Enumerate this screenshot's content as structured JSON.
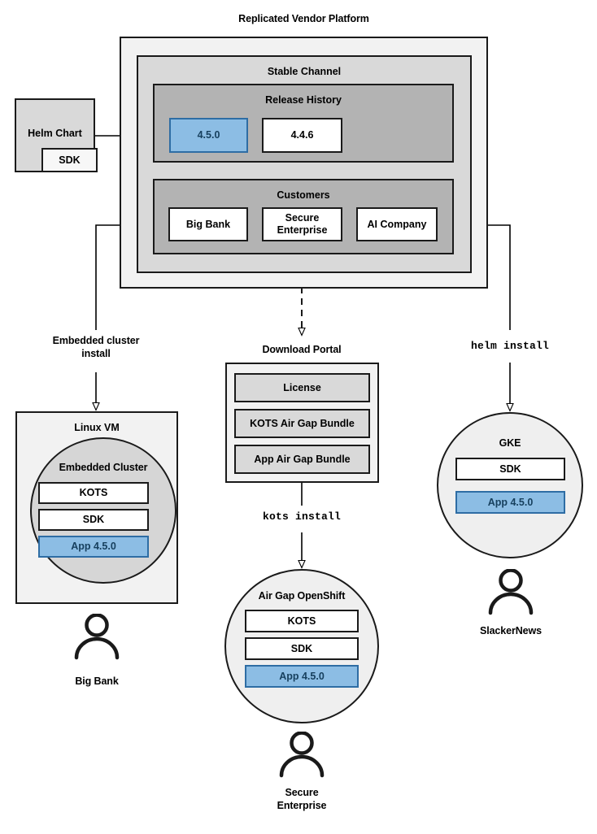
{
  "diagram": {
    "title": "Replicated Vendor Platform",
    "accent_blue": "#8cbde4",
    "accent_blue_border": "#2e6da4",
    "accent_blue_text": "#17405e",
    "gray_level_0": "#f2f2f2",
    "gray_level_1": "#d9d9d9",
    "gray_level_2": "#b3b3b3",
    "stroke": "#1a1a1a"
  },
  "helm_chart": {
    "label": "Helm Chart",
    "sdk_label": "SDK"
  },
  "platform": {
    "stable_channel": {
      "title": "Stable Channel",
      "release_history": {
        "title": "Release History",
        "releases": [
          {
            "version": "4.5.0",
            "highlighted": true
          },
          {
            "version": "4.4.6",
            "highlighted": false
          }
        ]
      },
      "customers": {
        "title": "Customers",
        "items": [
          {
            "name": "Big Bank"
          },
          {
            "name": "Secure\nEnterprise"
          },
          {
            "name": "AI Company"
          }
        ]
      }
    }
  },
  "connectors": {
    "embedded_cluster_install": "Embedded cluster\ninstall",
    "kots_install": "kots install",
    "helm_install": "helm install"
  },
  "targets": {
    "linux_vm": {
      "title": "Linux VM",
      "cluster_title": "Embedded Cluster",
      "components": [
        {
          "label": "KOTS",
          "highlighted": false
        },
        {
          "label": "SDK",
          "highlighted": false
        },
        {
          "label": "App 4.5.0",
          "highlighted": true
        }
      ],
      "user": "Big Bank"
    },
    "download_portal": {
      "title": "Download Portal",
      "artifacts": [
        {
          "label": "License"
        },
        {
          "label": "KOTS Air Gap Bundle"
        },
        {
          "label": "App Air Gap Bundle"
        }
      ]
    },
    "air_gap_openshift": {
      "title": "Air Gap OpenShift",
      "components": [
        {
          "label": "KOTS",
          "highlighted": false
        },
        {
          "label": "SDK",
          "highlighted": false
        },
        {
          "label": "App 4.5.0",
          "highlighted": true
        }
      ],
      "user": "Secure\nEnterprise"
    },
    "gke": {
      "title": "GKE",
      "components": [
        {
          "label": "SDK",
          "highlighted": false
        },
        {
          "label": "App 4.5.0",
          "highlighted": true
        }
      ],
      "user": "SlackerNews"
    }
  }
}
